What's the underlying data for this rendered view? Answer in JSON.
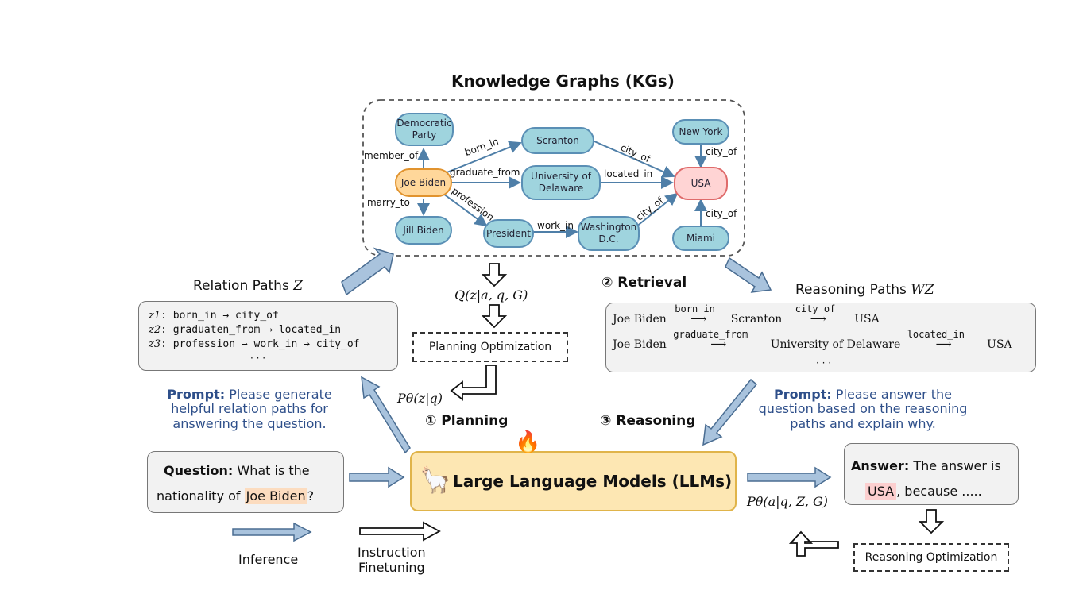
{
  "kg": {
    "title": "Knowledge Graphs (KGs)",
    "nodes": {
      "democratic": "Democratic Party",
      "joe": "Joe Biden",
      "jill": "Jill Biden",
      "scranton": "Scranton",
      "udel": "University of Delaware",
      "president": "President",
      "washington": "Washington D.C.",
      "newyork": "New York",
      "usa": "USA",
      "miami": "Miami"
    },
    "edges": {
      "member_of": "member_of",
      "born_in": "born_in",
      "graduate_from": "graduate_from",
      "marry_to": "marry_to",
      "profession": "profession",
      "city_of_1": "city_of",
      "located_in": "located_in",
      "work_in": "work_in",
      "city_of_2": "city_of",
      "city_of_3": "city_of",
      "city_of_4": "city_of"
    }
  },
  "relation_paths": {
    "heading": "Relation Paths",
    "heading_symbol": "Z",
    "z1_label": "z1",
    "z1": ": born_in → city_of",
    "z2_label": "z2",
    "z2": ": graduaten_from → located_in",
    "z3_label": "z3",
    "z3": ": profession → work_in → city_of",
    "ellipsis": "· · ·"
  },
  "reasoning_paths": {
    "heading": "Reasoning Paths",
    "heading_symbol": "WZ",
    "p1_start": "Joe Biden",
    "p1_rel1": "born_in",
    "p1_mid": "Scranton",
    "p1_rel2": "city_of",
    "p1_end": "USA",
    "p2_start": "Joe Biden",
    "p2_rel1": "graduate_from",
    "p2_mid": "University of Delaware",
    "p2_rel2": "located_in",
    "p2_end": "USA",
    "ellipsis": "· · ·"
  },
  "center": {
    "q_formula": "Q(z|a, q, G)",
    "planning_opt": "Planning Optimization",
    "p_formula": "Pθ(z|q)",
    "step1": "① Planning",
    "step2": "② Retrieval",
    "step3": "③ Reasoning"
  },
  "prompt_left": {
    "label": "Prompt:",
    "text_l1": "Please generate",
    "text_l2": "helpful relation paths for",
    "text_l3": "answering the question."
  },
  "prompt_right": {
    "label": "Prompt:",
    "text_l1": "Please answer the",
    "text_l2": "question based on the reasoning",
    "text_l3": "paths and explain why."
  },
  "question": {
    "label": "Question:",
    "text_a": "What is the",
    "text_b": "nationality of",
    "entity": "Joe Biden",
    "end": "?"
  },
  "llm": {
    "label": "Large Language Models (LLMs)",
    "fire_icon": "🔥",
    "llama_icon": "🦙"
  },
  "answer": {
    "label": "Answer:",
    "text_a": "The answer is",
    "entity": "USA",
    "text_b": ", because .....",
    "formula": "Pθ(a|q, Z, G)",
    "reasoning_opt": "Reasoning Optimization"
  },
  "legend": {
    "inference": "Inference",
    "instruction_l1": "Instruction",
    "instruction_l2": "Finetuning"
  },
  "colors": {
    "node_fill": "#9fd4de",
    "joe_fill": "#ffd79a",
    "usa_fill": "#ffd4d4",
    "llm_fill": "#fde7b3",
    "arrow_blue": "#a9c3dd",
    "prompt_text": "#2e4f8a"
  }
}
